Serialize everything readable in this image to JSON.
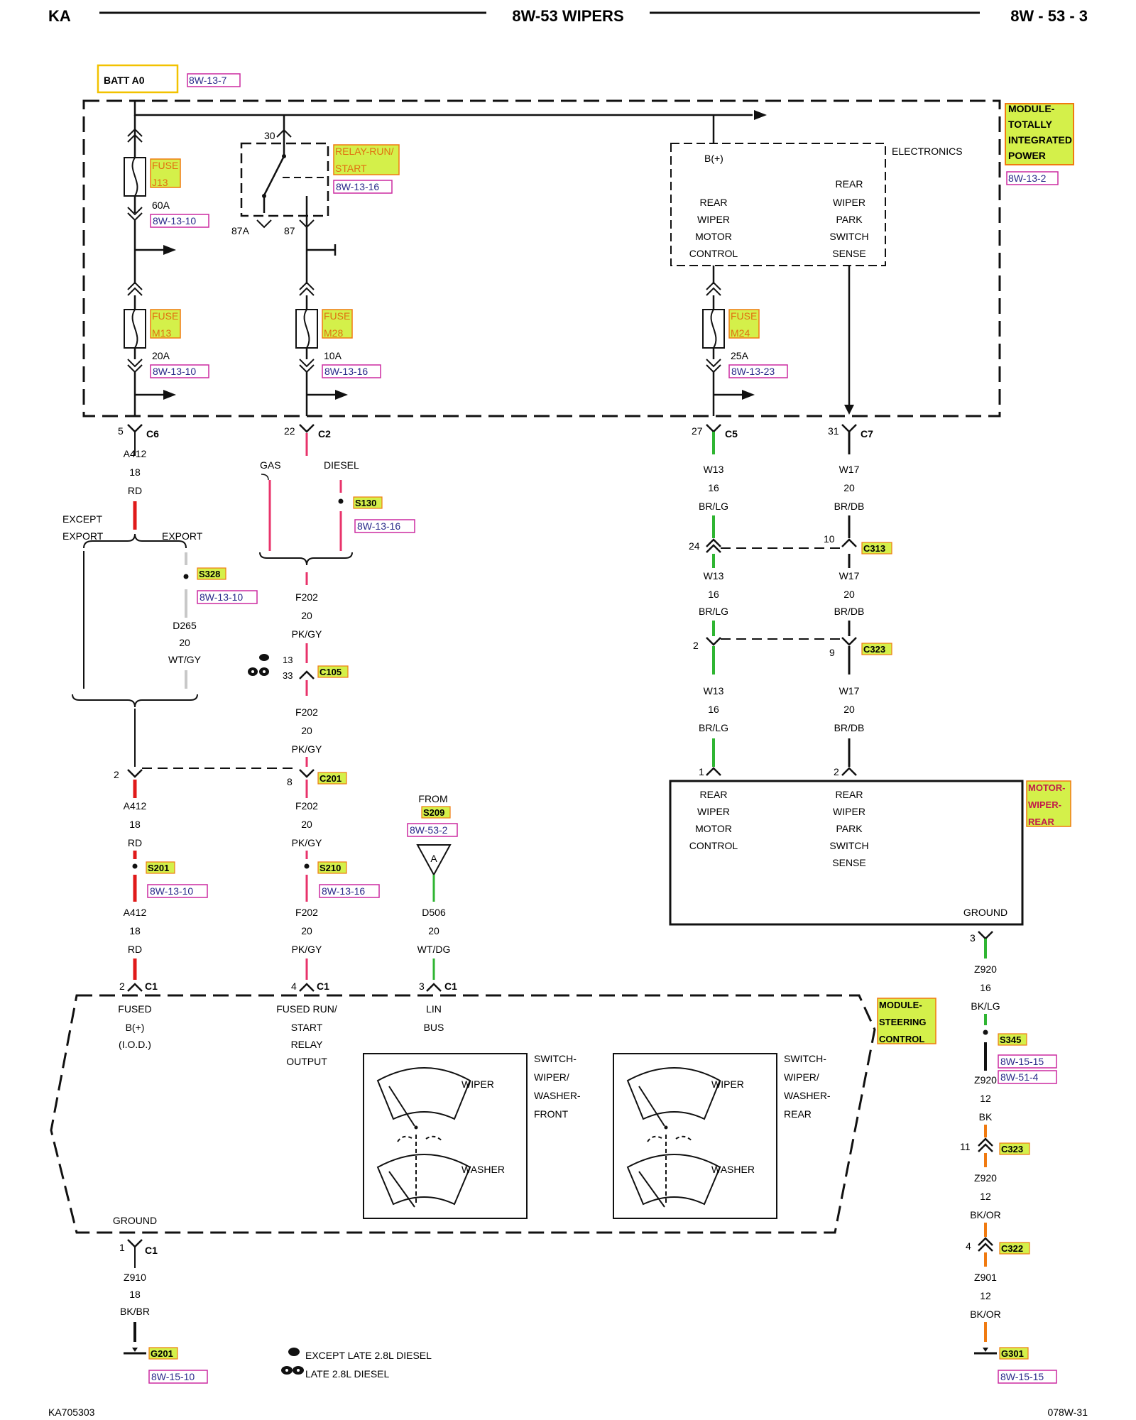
{
  "header": {
    "left": "KA",
    "title": "8W-53 WIPERS",
    "page": "8W - 53 - 3"
  },
  "footer": {
    "left": "KA705303",
    "right": "078W-31"
  },
  "batt": {
    "label": "BATT A0",
    "ref": "8W-13-7"
  },
  "module_tip": {
    "name": [
      "MODULE-",
      "TOTALLY",
      "INTEGRATED",
      "POWER"
    ],
    "ref": "8W-13-2"
  },
  "relay": {
    "name": [
      "RELAY-RUN/",
      "START"
    ],
    "ref": "8W-13-16",
    "pin30": "30",
    "pin87a": "87A",
    "pin87": "87"
  },
  "electronics": {
    "title": "ELECTRONICS",
    "bplus": "B(+)",
    "left": [
      "REAR",
      "WIPER",
      "MOTOR",
      "CONTROL"
    ],
    "right": [
      "REAR",
      "WIPER",
      "PARK",
      "SWITCH",
      "SENSE"
    ]
  },
  "fuses": [
    {
      "name": [
        "FUSE",
        "J13"
      ],
      "amp": "60A",
      "ref": "8W-13-10"
    },
    {
      "name": [
        "FUSE",
        "M13"
      ],
      "amp": "20A",
      "ref": "8W-13-10"
    },
    {
      "name": [
        "FUSE",
        "M28"
      ],
      "amp": "10A",
      "ref": "8W-13-16"
    },
    {
      "name": [
        "FUSE",
        "M24"
      ],
      "amp": "25A",
      "ref": "8W-13-23"
    }
  ],
  "connectors": {
    "c6": {
      "pin": "5",
      "name": "C6"
    },
    "c2": {
      "pin": "22",
      "name": "C2"
    },
    "c5": {
      "pin": "27",
      "name": "C5"
    },
    "c7": {
      "pin": "31",
      "name": "C7"
    },
    "c313": {
      "pin_l": "24",
      "pin_r": "10",
      "name": "C313"
    },
    "c323a": {
      "pin_l": "2",
      "pin_r": "9",
      "name": "C323"
    },
    "c105": {
      "pin_a": "13",
      "pin_b": "33",
      "name": "C105"
    },
    "c201": {
      "pin_l": "2",
      "pin_r": "8",
      "name": "C201"
    },
    "c1a": {
      "pin": "2",
      "name": "C1"
    },
    "c1b": {
      "pin": "4",
      "name": "C1"
    },
    "c1c": {
      "pin": "3",
      "name": "C1"
    },
    "c1d": {
      "pin": "1",
      "name": "C1"
    },
    "c323b": {
      "pin": "11",
      "name": "C323"
    },
    "c322": {
      "pin": "4",
      "name": "C322"
    },
    "motor_l": "1",
    "motor_r": "2",
    "motor_g": "3"
  },
  "wires": {
    "a412": [
      "A412",
      "18",
      "RD"
    ],
    "f202": [
      "F202",
      "20",
      "PK/GY"
    ],
    "d265": [
      "D265",
      "20",
      "WT/GY"
    ],
    "w13": [
      "W13",
      "16",
      "BR/LG"
    ],
    "w17": [
      "W17",
      "20",
      "BR/DB"
    ],
    "d506": [
      "D506",
      "20",
      "WT/DG"
    ],
    "z910": [
      "Z910",
      "18",
      "BK/BR"
    ],
    "z920a": [
      "Z920",
      "16",
      "BK/LG"
    ],
    "z920b": [
      "Z920",
      "12",
      "BK"
    ],
    "z920c": [
      "Z920",
      "12",
      "BK/OR"
    ],
    "z901": [
      "Z901",
      "12",
      "BK/OR"
    ]
  },
  "splices": {
    "s130": {
      "name": "S130",
      "ref": "8W-13-16"
    },
    "s328": {
      "name": "S328",
      "ref": "8W-13-10"
    },
    "s201": {
      "name": "S201",
      "ref": "8W-13-10"
    },
    "s210": {
      "name": "S210",
      "ref": "8W-13-16"
    },
    "s209": {
      "from": "FROM",
      "name": "S209",
      "ref": "8W-53-2",
      "tag": "A"
    },
    "s345": {
      "name": "S345",
      "ref1": "8W-15-15",
      "ref2": "8W-51-4"
    }
  },
  "options": {
    "gas": "GAS",
    "diesel": "DIESEL",
    "except_export": [
      "EXCEPT",
      "EXPORT"
    ],
    "export": "EXPORT"
  },
  "motor": {
    "name": [
      "MOTOR-",
      "WIPER-",
      "REAR"
    ],
    "left": [
      "REAR",
      "WIPER",
      "MOTOR",
      "CONTROL"
    ],
    "right": [
      "REAR",
      "WIPER",
      "PARK",
      "SWITCH",
      "SENSE"
    ],
    "ground": "GROUND"
  },
  "scm": {
    "name": [
      "MODULE-",
      "STEERING",
      "CONTROL"
    ],
    "fused": [
      "FUSED",
      "B(+)",
      "(I.O.D.)"
    ],
    "relay_out": [
      "FUSED RUN/",
      "START",
      "RELAY",
      "OUTPUT"
    ],
    "lin": [
      "LIN",
      "BUS"
    ],
    "ground": "GROUND",
    "front_sw": [
      "SWITCH-",
      "WIPER/",
      "WASHER-",
      "FRONT"
    ],
    "rear_sw": [
      "SWITCH-",
      "WIPER/",
      "WASHER-",
      "REAR"
    ],
    "wiper": "WIPER",
    "washer": "WASHER"
  },
  "grounds": {
    "g201": {
      "name": "G201",
      "ref": "8W-15-10"
    },
    "g301": {
      "name": "G301",
      "ref": "8W-15-15"
    }
  },
  "legend": {
    "except": "EXCEPT LATE 2.8L DIESEL",
    "late": "LATE 2.8L DIESEL"
  },
  "colors": {
    "red": "#e01a1a",
    "pink": "#e8336b",
    "green": "#2fb532",
    "grey": "#c8c8c8",
    "orange": "#f07a10",
    "highlight": "#d4f04a"
  }
}
